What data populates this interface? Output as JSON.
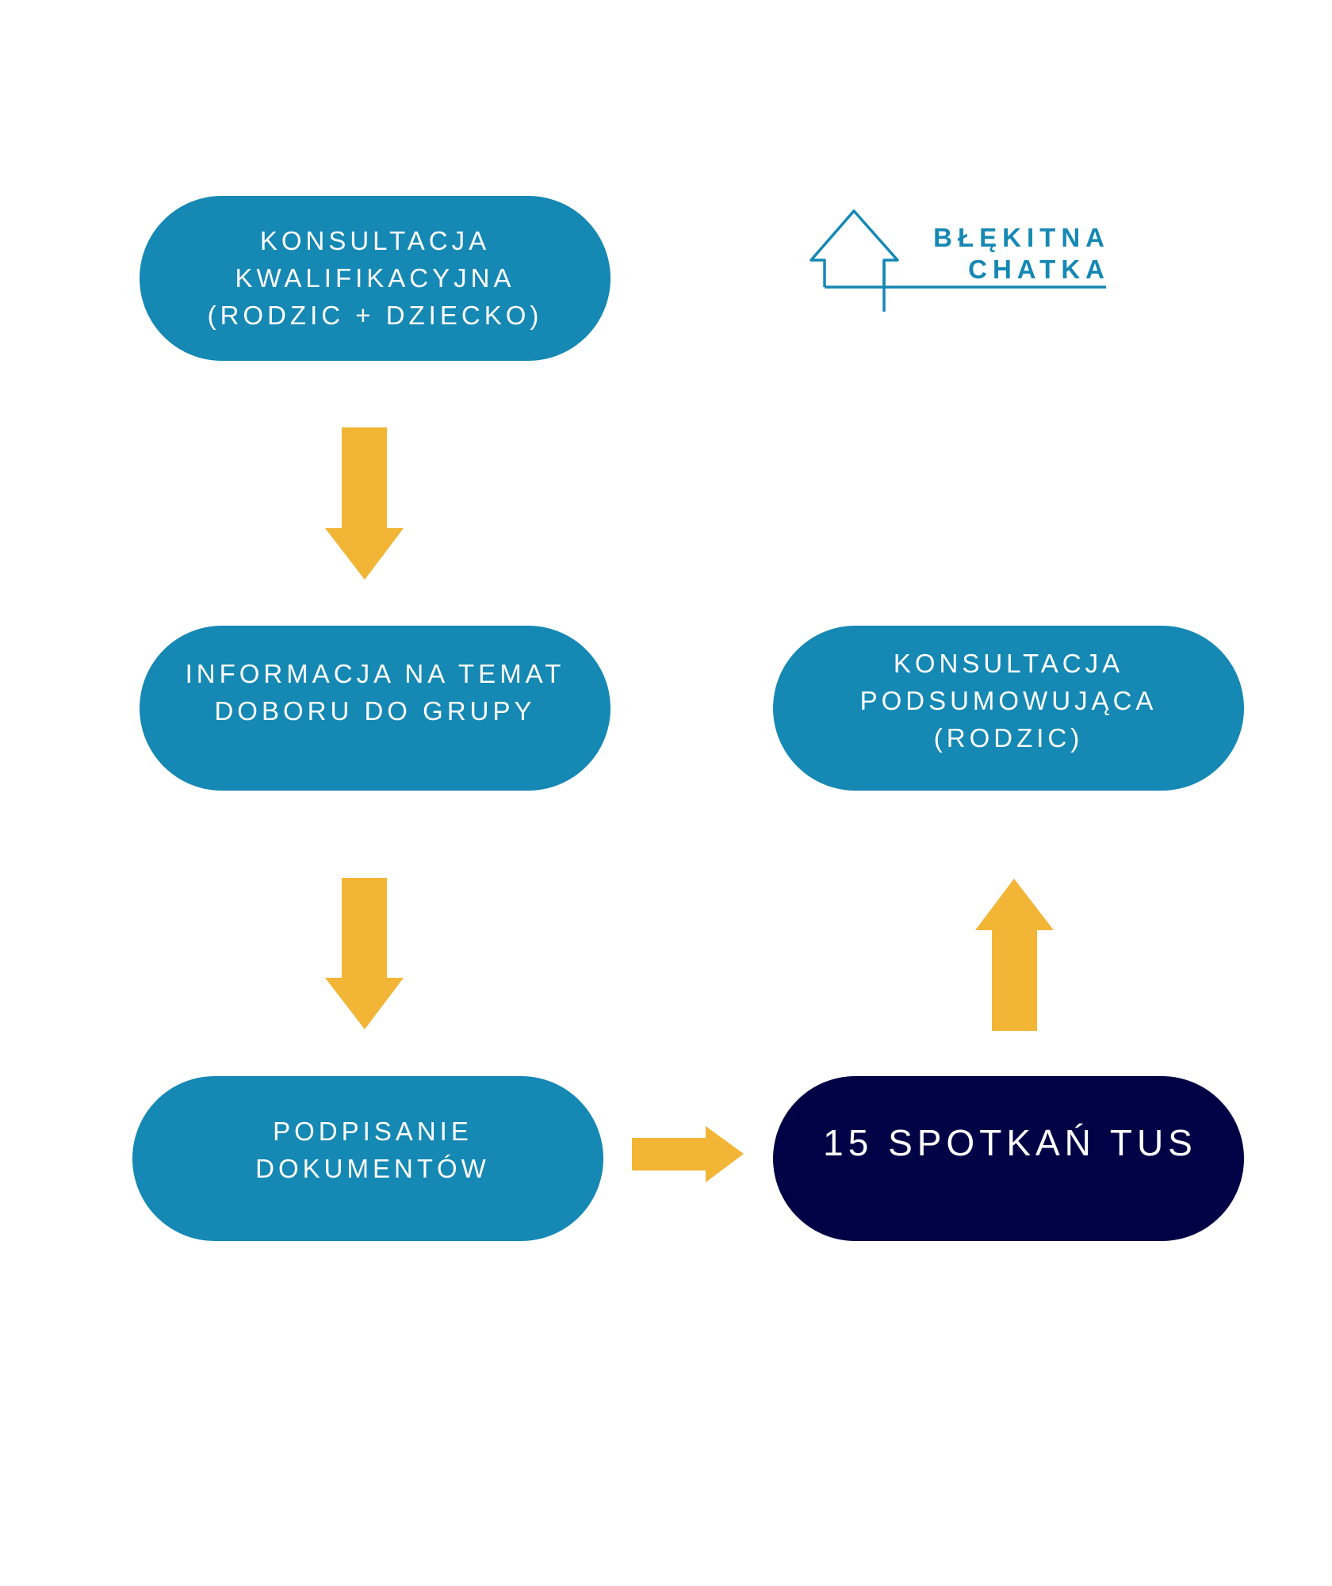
{
  "logo": {
    "line1": "BŁĘKITNA",
    "line2": "CHATKA",
    "icon": "house-icon",
    "color": "#1588b4"
  },
  "colors": {
    "step_fill": "#1588b4",
    "highlight_fill": "#000246",
    "arrow_fill": "#f2b535",
    "text": "#ffffff",
    "background": "#ffffff"
  },
  "steps": [
    {
      "id": "konsultacja-kwalifikacyjna",
      "lines": [
        "KONSULTACJA",
        "KWALIFIKACYJNA",
        "(RODZIC + DZIECKO)"
      ]
    },
    {
      "id": "informacja-dobor",
      "lines": [
        "INFORMACJA NA TEMAT",
        "DOBORU DO GRUPY"
      ]
    },
    {
      "id": "podpisanie-dokumentow",
      "lines": [
        "PODPISANIE",
        "DOKUMENTÓW"
      ]
    },
    {
      "id": "konsultacja-podsumowujaca",
      "lines": [
        "KONSULTACJA",
        "PODSUMOWUJĄCA",
        "(RODZIC)"
      ]
    },
    {
      "id": "spotkania-tus",
      "lines": [
        "15 SPOTKAŃ TUS"
      ],
      "highlighted": true
    }
  ],
  "flow": [
    {
      "from": "konsultacja-kwalifikacyjna",
      "to": "informacja-dobor",
      "direction": "down"
    },
    {
      "from": "informacja-dobor",
      "to": "podpisanie-dokumentow",
      "direction": "down"
    },
    {
      "from": "podpisanie-dokumentow",
      "to": "spotkania-tus",
      "direction": "right"
    },
    {
      "from": "spotkania-tus",
      "to": "konsultacja-podsumowujaca",
      "direction": "up"
    }
  ]
}
